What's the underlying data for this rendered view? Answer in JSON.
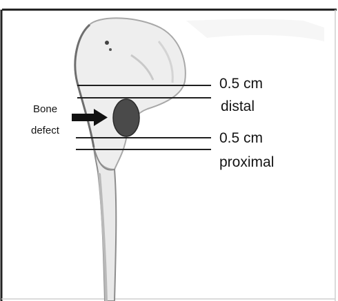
{
  "figure": {
    "callout_label_line1": "Bone",
    "callout_label_line2": "defect",
    "distal_measure": "0.5 cm",
    "distal_label": "distal",
    "proximal_measure": "0.5 cm",
    "proximal_label": "proximal"
  },
  "colors": {
    "frame": "#1a1a1a",
    "bone": "#eeeeee",
    "bone_shadow": "#9a9a9a",
    "defect": "#4a4a4a",
    "lines": "#1e1e1e",
    "arrow": "#111111"
  },
  "icons": {
    "callout": "arrow-right-icon"
  }
}
